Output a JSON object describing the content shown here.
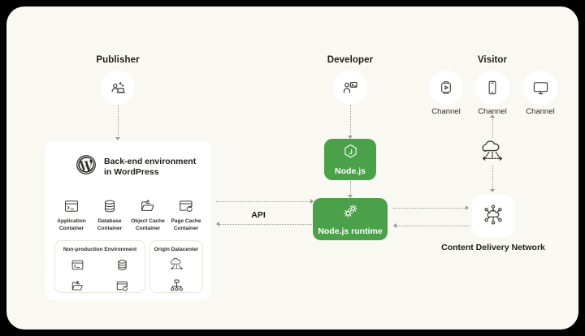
{
  "diagram": {
    "background_color": "#faf8f2",
    "accent_color": "#4ba04a",
    "line_color": "#9a9a94",
    "columns": [
      {
        "id": "publisher",
        "label": "Publisher",
        "icon": "publisher-workstation-icon"
      },
      {
        "id": "developer",
        "label": "Developer",
        "icon": "developer-terminal-icon"
      },
      {
        "id": "visitor",
        "label": "Visitor",
        "icon": "visitor-icon"
      }
    ],
    "wordpress_card": {
      "logo_icon": "wordpress-logo-icon",
      "title": "Back-end environment\nin WordPress",
      "containers": [
        {
          "label": "Application\nContainer",
          "icon": "application-container-icon"
        },
        {
          "label": "Database\nContainer",
          "icon": "database-container-icon"
        },
        {
          "label": "Object Cache\nContainer",
          "icon": "object-cache-container-icon"
        },
        {
          "label": "Page Cache\nContainer",
          "icon": "page-cache-container-icon"
        }
      ],
      "sub_cards": [
        {
          "id": "non-production-environment",
          "title": "Non-production Environment",
          "icons": [
            "application-container-icon",
            "database-container-icon",
            "object-cache-container-icon",
            "page-cache-container-icon"
          ]
        },
        {
          "id": "origin-datacenter",
          "title": "Origin Datacenter",
          "icons": [
            "cloud-distribution-icon",
            "network-tree-icon"
          ]
        }
      ]
    },
    "nodes": [
      {
        "id": "nodejs",
        "label": "Node.js",
        "icon": "nodejs-hexagon-icon",
        "color": "#4ba04a"
      },
      {
        "id": "nodejs-runtime",
        "label": "Node.js runtime",
        "icon": "gears-icon",
        "color": "#4ba04a"
      }
    ],
    "cdn": {
      "label": "Content Delivery Network",
      "icon": "cdn-cloud-nodes-icon"
    },
    "channels": [
      {
        "label": "Channel",
        "icon": "media-player-icon"
      },
      {
        "label": "Channel",
        "icon": "mobile-phone-icon"
      },
      {
        "label": "Channel",
        "icon": "desktop-monitor-icon"
      }
    ],
    "connectors": {
      "api_label": "API",
      "cloud_relay_icon": "cloud-distribution-icon"
    }
  }
}
